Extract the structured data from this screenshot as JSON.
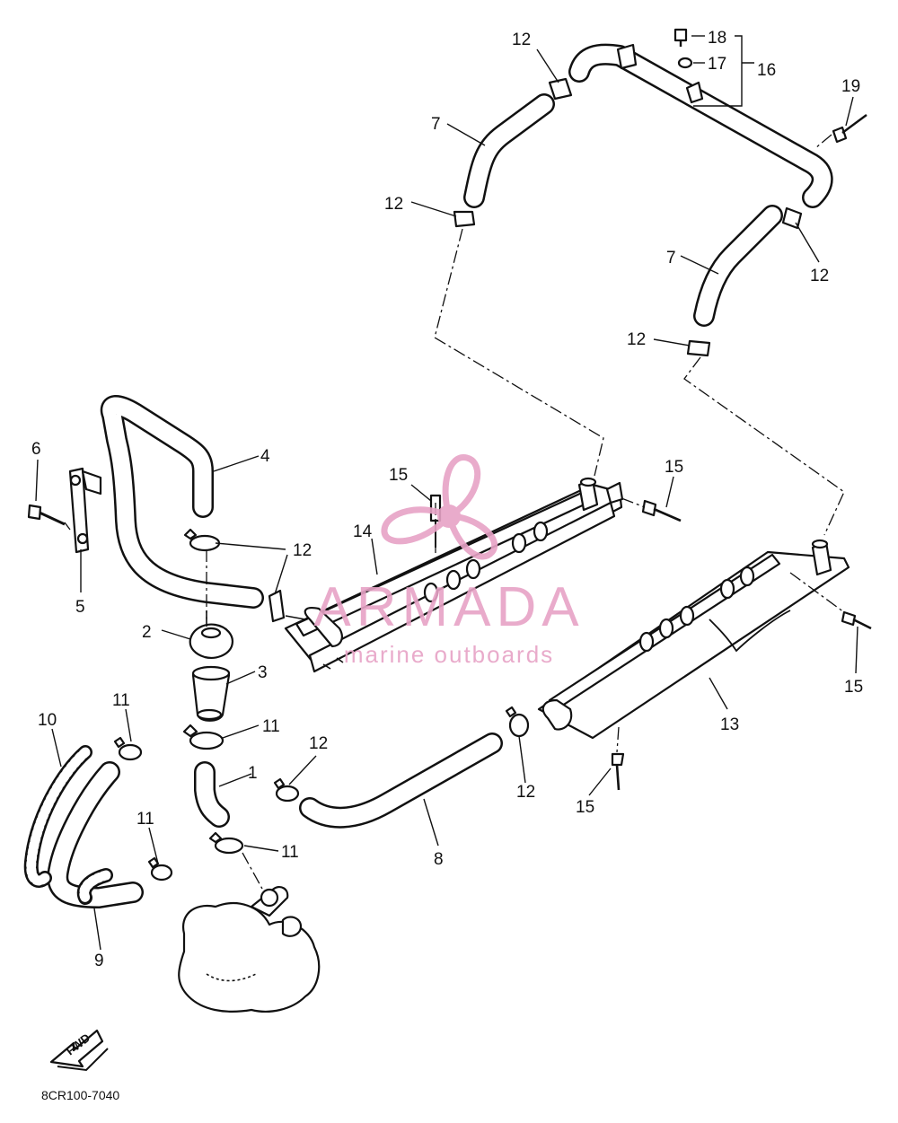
{
  "diagram": {
    "drawing_code": "8CR100-7040",
    "fwd_label": "FWD",
    "watermark": {
      "brand": "ARMADA",
      "tagline": "marine outboards",
      "color": "#e7a3c6"
    },
    "callouts": {
      "c1": "1",
      "c2": "2",
      "c3": "3",
      "c4": "4",
      "c5": "5",
      "c6": "6",
      "c7a": "7",
      "c7b": "7",
      "c8": "8",
      "c9": "9",
      "c10": "10",
      "c11a": "11",
      "c11b": "11",
      "c11c": "11",
      "c11d": "11",
      "c12a": "12",
      "c12b": "12",
      "c12c": "12",
      "c12d": "12",
      "c12e": "12",
      "c12f": "12",
      "c12g": "12",
      "c13": "13",
      "c14": "14",
      "c15a": "15",
      "c15b": "15",
      "c15c": "15",
      "c15d": "15",
      "c16": "16",
      "c17": "17",
      "c18": "18",
      "c19": "19"
    }
  }
}
